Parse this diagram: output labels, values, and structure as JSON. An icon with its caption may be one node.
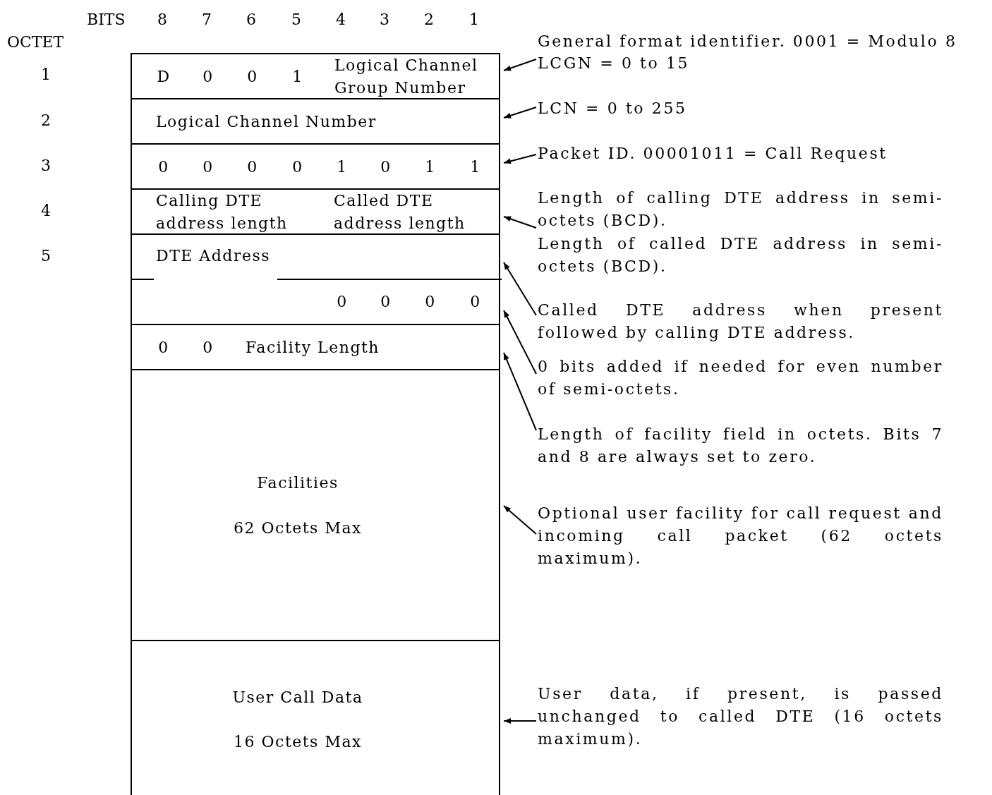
{
  "diagram": {
    "nodes": [
      {
        "text": [
          "D",
          "0",
          "0",
          "1",
          "Logical Channel Group Number"
        ]
      },
      {
        "text": [
          "Logical Channel Number"
        ]
      },
      {
        "text": [
          "0",
          "0",
          "0",
          "0",
          "1",
          "0",
          "1",
          "1"
        ]
      },
      {
        "text": [
          "Calling DTE address length",
          "Called DTE address length"
        ]
      },
      {
        "text": [
          "DTE Address"
        ]
      },
      {
        "text": [
          "0",
          "0",
          "0",
          "0"
        ]
      },
      {
        "text": [
          "0",
          "0",
          "Facility Length"
        ]
      },
      {
        "text": [
          "Facilities",
          "62 Octets Max"
        ]
      },
      {
        "text": [
          "User Call Data",
          "16 Octets Max"
        ]
      },
      {
        "text": [
          "LCGN = 0 to 15"
        ]
      },
      {
        "text": [
          "LCN = 0 to 255"
        ]
      },
      {
        "text": [
          "Packet ID. 00001011 = Call Request"
        ]
      },
      {
        "text": [
          "Length of calling DTE address in semi-octets (BCD)."
        ]
      },
      {
        "text": [
          "Called DTE address when present followed by calling DTE address."
        ]
      },
      {
        "text": [
          "0 bits added if needed for even number of semi-octets."
        ]
      },
      {
        "text": [
          "Length of facility field in octets.  Bits 7 and 8 are always set to zero."
        ]
      },
      {
        "text": [
          "Optional user facility for call request and incoming call packet (62 octets maximum)."
        ]
      },
      {
        "text": [
          "User data, if present, is passed unchanged to called DTE (16 octets maximum)."
        ]
      }
    ],
    "edges": [
      {
        "from": 9,
        "to": 0,
        "arrow": "to"
      },
      {
        "from": 10,
        "to": 1,
        "arrow": "to"
      },
      {
        "from": 11,
        "to": 2,
        "arrow": "to"
      },
      {
        "from": 12,
        "to": 3,
        "arrow": "to"
      },
      {
        "from": 13,
        "to": 4,
        "arrow": "to"
      },
      {
        "from": 14,
        "to": 5,
        "arrow": "to"
      },
      {
        "from": 15,
        "to": 6,
        "arrow": "to"
      },
      {
        "from": 16,
        "to": 7,
        "arrow": "to"
      },
      {
        "from": 17,
        "to": 8,
        "arrow": "to"
      }
    ],
    "labels": [
      "BITS",
      "8",
      "7",
      "6",
      "5",
      "4",
      "3",
      "2",
      "1",
      "OCTET",
      "General format identifier. 0001 = Modulo 8",
      "1",
      "2",
      "3",
      "4",
      "5",
      "Length of called DTE address in semi-octets (BCD)."
    ]
  }
}
